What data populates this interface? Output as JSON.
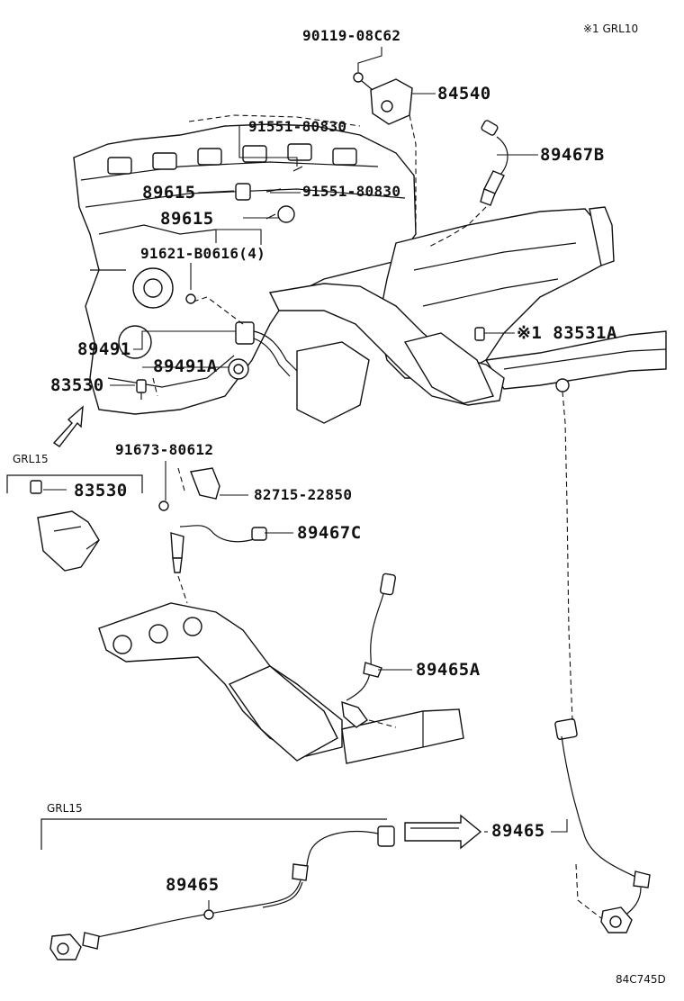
{
  "header": {
    "note": "※1 GRL10"
  },
  "labels": {
    "p90119": "90119-08C62",
    "p84540": "84540",
    "p91551_a": "91551-80830",
    "p89467B": "89467B",
    "p89615_a": "89615",
    "p91551_b": "91551-80830",
    "p89615_b": "89615",
    "p91621": "91621-B0616(4)",
    "p89491": "89491",
    "p83531A": "※1 83531A",
    "p89491A": "89491A",
    "p83530_a": "83530",
    "p91673": "91673-80612",
    "grl15_top": "GRL15",
    "p83530_b": "83530",
    "p82715": "82715-22850",
    "p89467C": "89467C",
    "p89465A": "89465A",
    "grl15_bottom": "GRL15",
    "p89465_right": "89465",
    "p89465_left": "89465"
  },
  "footer": {
    "code": "84C745D"
  }
}
